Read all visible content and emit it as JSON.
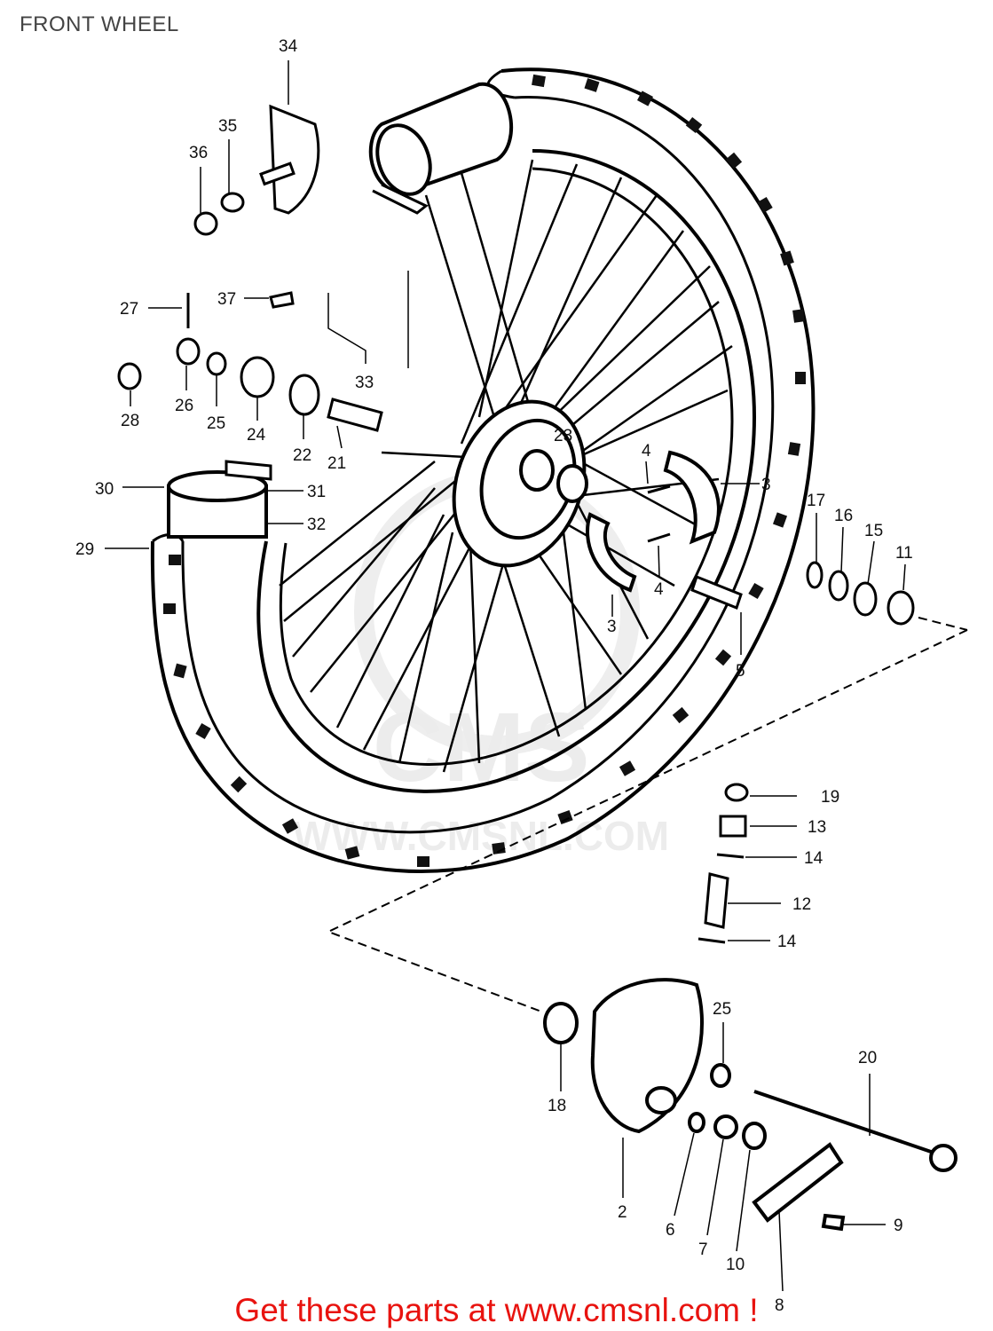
{
  "header": {
    "title": "FRONT WHEEL"
  },
  "footer": {
    "link_text": "Get these parts at www.cmsnl.com !"
  },
  "watermark": {
    "text": "WWW.CMSNL.COM",
    "logo": "CMS"
  },
  "callouts": [
    {
      "label": "34"
    },
    {
      "label": "35"
    },
    {
      "label": "36"
    },
    {
      "label": "27"
    },
    {
      "label": "37"
    },
    {
      "label": "33"
    },
    {
      "label": "28"
    },
    {
      "label": "26"
    },
    {
      "label": "25"
    },
    {
      "label": "24"
    },
    {
      "label": "22"
    },
    {
      "label": "21"
    },
    {
      "label": "23"
    },
    {
      "label": "4"
    },
    {
      "label": "3"
    },
    {
      "label": "30"
    },
    {
      "label": "31"
    },
    {
      "label": "32"
    },
    {
      "label": "29"
    },
    {
      "label": "17"
    },
    {
      "label": "16"
    },
    {
      "label": "15"
    },
    {
      "label": "11"
    },
    {
      "label": "4"
    },
    {
      "label": "3"
    },
    {
      "label": "5"
    },
    {
      "label": "19"
    },
    {
      "label": "13"
    },
    {
      "label": "14"
    },
    {
      "label": "12"
    },
    {
      "label": "14"
    },
    {
      "label": "25"
    },
    {
      "label": "18"
    },
    {
      "label": "20"
    },
    {
      "label": "2"
    },
    {
      "label": "6"
    },
    {
      "label": "7"
    },
    {
      "label": "10"
    },
    {
      "label": "9"
    },
    {
      "label": "8"
    }
  ]
}
